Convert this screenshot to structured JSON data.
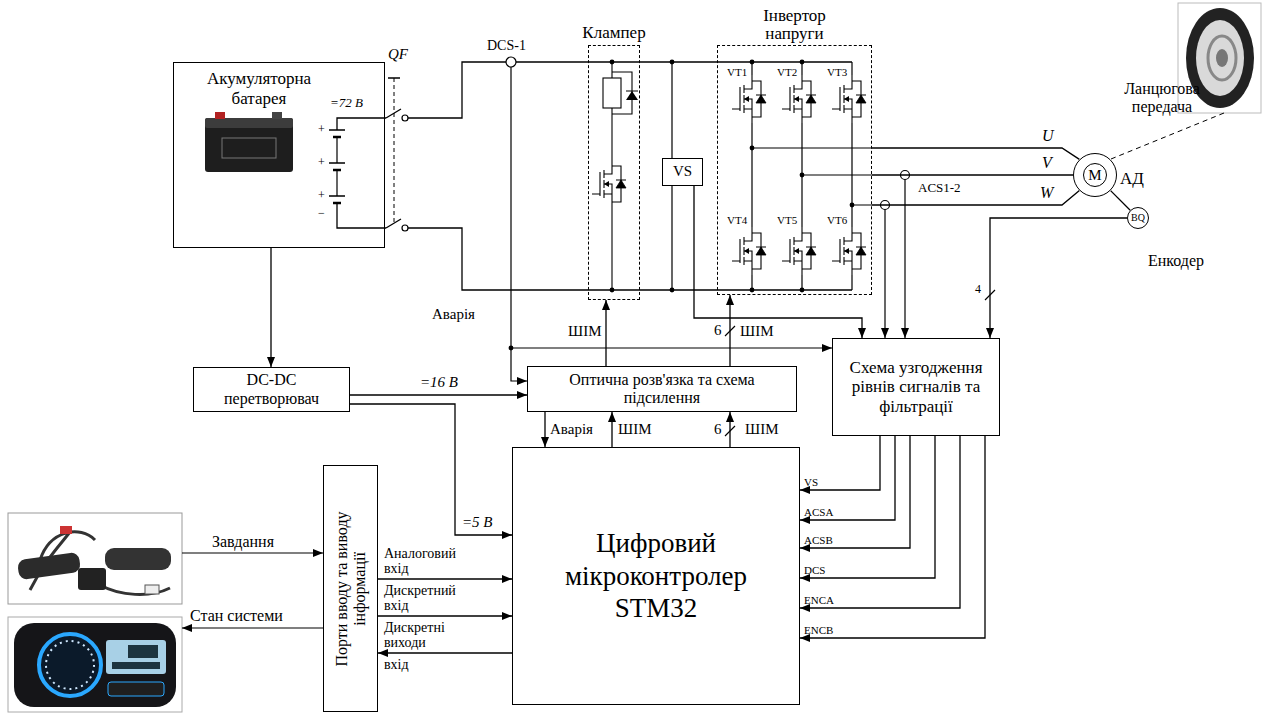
{
  "diagram": {
    "nodes": [
      {
        "text": [
          "Акумуляторна батарея"
        ]
      },
      {
        "text": [
          "Клампер"
        ]
      },
      {
        "text": [
          "VS"
        ]
      },
      {
        "text": [
          "Інвертор напруги"
        ]
      },
      {
        "text": [
          "M",
          "АД"
        ]
      },
      {
        "text": [
          "BQ",
          "Енкодер"
        ]
      },
      {
        "text": [
          "DC-DC перетворювач"
        ]
      },
      {
        "text": [
          "Оптична розв'язка та схема підсилення"
        ]
      },
      {
        "text": [
          "Схема узгодження рівнів сигналів та фільтрації"
        ]
      },
      {
        "text": [
          "Порти вводу та виводу інформації"
        ]
      },
      {
        "text": [
          "Цифровий мікроконтролер STM32"
        ]
      }
    ],
    "edges": [
      {
        "from": 0,
        "to": 6,
        "arrow": "to"
      },
      {
        "from": 6,
        "to": 7,
        "label": "=16 В",
        "arrow": "to"
      },
      {
        "from": 6,
        "to": 10,
        "label": "=5 В",
        "arrow": "to"
      },
      {
        "from": 7,
        "to": 1,
        "label": "ШІМ",
        "arrow": "to"
      },
      {
        "from": 7,
        "to": 3,
        "label": "ШІМ",
        "arrow": "to"
      },
      {
        "from": 10,
        "to": 7,
        "label": "ШІМ",
        "arrow": "to"
      },
      {
        "from": 10,
        "to": 7,
        "label": "ШІМ",
        "arrow": "to"
      },
      {
        "from": 7,
        "to": 10,
        "label": "Аварія",
        "arrow": "to"
      },
      {
        "from": 2,
        "to": 8,
        "arrow": "to"
      },
      {
        "from": 8,
        "to": 10,
        "label": "VS",
        "arrow": "to"
      },
      {
        "from": 8,
        "to": 10,
        "label": "ACSA",
        "arrow": "to"
      },
      {
        "from": 8,
        "to": 10,
        "label": "ACSB",
        "arrow": "to"
      },
      {
        "from": 8,
        "to": 10,
        "label": "DCS",
        "arrow": "to"
      },
      {
        "from": 8,
        "to": 10,
        "label": "ENCA",
        "arrow": "to"
      },
      {
        "from": 8,
        "to": 10,
        "label": "ENCB",
        "arrow": "to"
      },
      {
        "from": 5,
        "to": 8,
        "label": "4",
        "arrow": "to"
      },
      {
        "from": 3,
        "to": 4,
        "label": "U",
        "arrow": "none"
      },
      {
        "from": 3,
        "to": 4,
        "label": "V",
        "arrow": "none"
      },
      {
        "from": 3,
        "to": 4,
        "label": "W",
        "arrow": "none"
      },
      {
        "from": 4,
        "to": 5,
        "arrow": "none"
      },
      {
        "from": 9,
        "to": 10,
        "label": "Аналоговий вхід",
        "arrow": "to"
      },
      {
        "from": 9,
        "to": 10,
        "label": "Дискретний вхід",
        "arrow": "to"
      },
      {
        "from": 10,
        "to": 9,
        "label": "Дискретні виходи",
        "arrow": "to"
      }
    ],
    "labels": [
      "=72 В",
      "+",
      "+",
      "+",
      "−",
      "QF",
      "DCS-1",
      "Аварія",
      "VT1",
      "VT2",
      "VT3",
      "VT4",
      "VT5",
      "VT6",
      "ACS1-2",
      "Ланцюгова передача",
      "6",
      "6",
      "Завдання",
      "Стан системи",
      "вхід"
    ]
  }
}
